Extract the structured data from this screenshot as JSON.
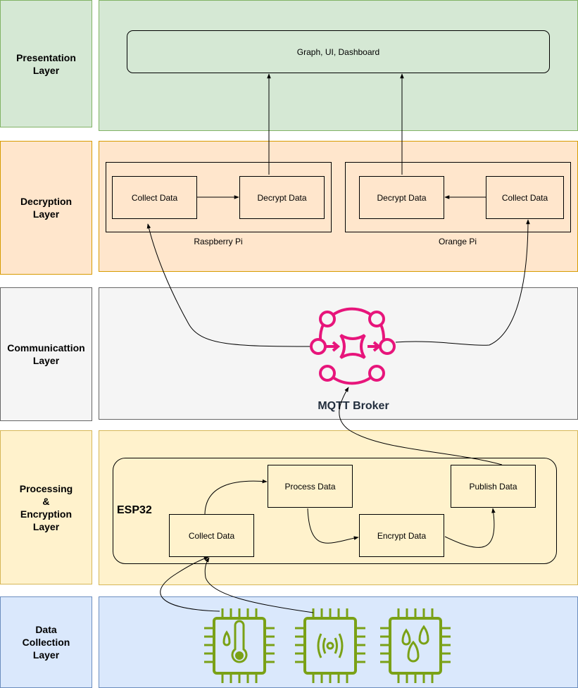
{
  "layers": {
    "presentation": "Presentation\nLayer",
    "decryption": "Decryption\nLayer",
    "communication": "Communicattion\nLayer",
    "processing": "Processing\n&\nEncryption\nLayer",
    "data_collection": "Data\nCollection\nLayer"
  },
  "presentation": {
    "dashboard": "Graph, UI, Dashboard"
  },
  "decryption": {
    "raspberry_pi": {
      "caption": "Raspberry Pi",
      "collect": "Collect Data",
      "decrypt": "Decrypt Data"
    },
    "orange_pi": {
      "caption": "Orange Pi",
      "decrypt": "Decrypt Data",
      "collect": "Collect Data"
    }
  },
  "communication": {
    "broker": "MQTT Broker"
  },
  "processing": {
    "device": "ESP32",
    "collect": "Collect Data",
    "process": "Process Data",
    "encrypt": "Encrypt Data",
    "publish": "Publish Data"
  },
  "sensors": [
    "temperature-sensor-chip-icon",
    "signal-sensor-chip-icon",
    "humidity-sensor-chip-icon"
  ],
  "colors": {
    "green_fill": "#d5e8d4",
    "green_stroke": "#82b366",
    "orange_fill": "#ffe6cc",
    "orange_stroke": "#d79b00",
    "gray_fill": "#f5f5f5",
    "gray_stroke": "#666666",
    "yellow_fill": "#fff2cc",
    "yellow_stroke": "#d6b656",
    "blue_fill": "#dae8fc",
    "blue_stroke": "#6c8ebf",
    "broker_magenta": "#e7157b",
    "chip_green": "#7aa116"
  }
}
